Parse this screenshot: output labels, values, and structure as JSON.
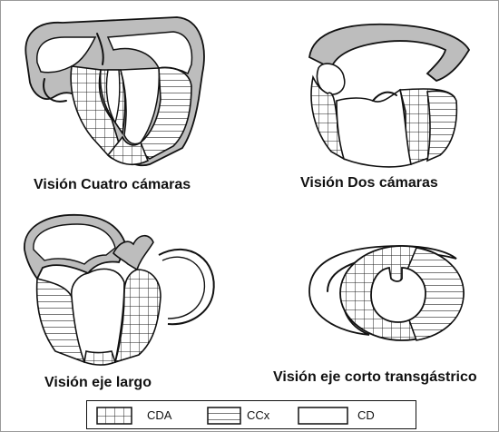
{
  "captions": {
    "four_chamber": "Visión Cuatro cámaras",
    "two_chamber": "Visión Dos cámaras",
    "long_axis": "Visión eje largo",
    "short_axis": "Visión eje corto transgástrico"
  },
  "legend": {
    "items": [
      {
        "label": "CDA",
        "pattern": "grid"
      },
      {
        "label": "CCx",
        "pattern": "horizontal-lines"
      },
      {
        "label": "CD",
        "pattern": "blank"
      }
    ]
  },
  "colors": {
    "outline": "#111111",
    "wall_fill": "#bdbdbd",
    "background": "#ffffff"
  }
}
